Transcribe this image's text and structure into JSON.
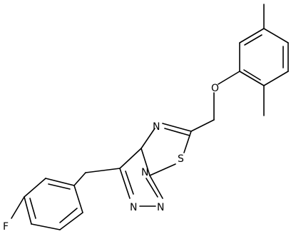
{
  "molecule": {
    "atoms": {
      "fluorine": "F",
      "oxygen": "O",
      "sulfur": "S",
      "nitrogen_1": "N",
      "nitrogen_2": "N",
      "nitrogen_3": "N",
      "nitrogen_4": "N"
    }
  }
}
